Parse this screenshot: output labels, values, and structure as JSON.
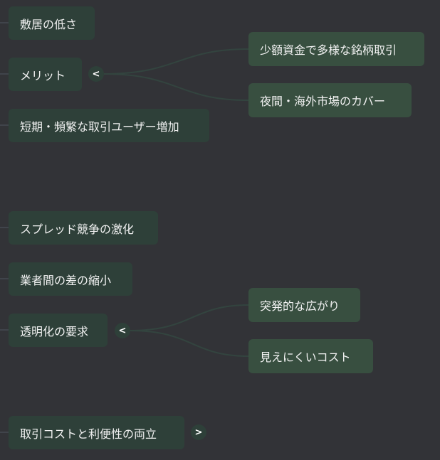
{
  "nodes": {
    "threshold": "敷居の低さ",
    "merit": "メリット",
    "short_term": "短期・頻繁な取引ユーザー増加",
    "spread": "スプレッド競争の激化",
    "gap": "業者間の差の縮小",
    "transparency": "透明化の要求",
    "balance": "取引コストと利便性の両立"
  },
  "merit_children": [
    "少額資金で多様な銘柄取引",
    "夜間・海外市場のカバー"
  ],
  "transparency_children": [
    "突発的な広がり",
    "見えにくいコスト"
  ],
  "toggles": {
    "collapse": "<",
    "expand": ">"
  },
  "colors": {
    "background": "#323337",
    "node": "#2e4039",
    "child_node": "#384f40",
    "link": "#33443f"
  }
}
